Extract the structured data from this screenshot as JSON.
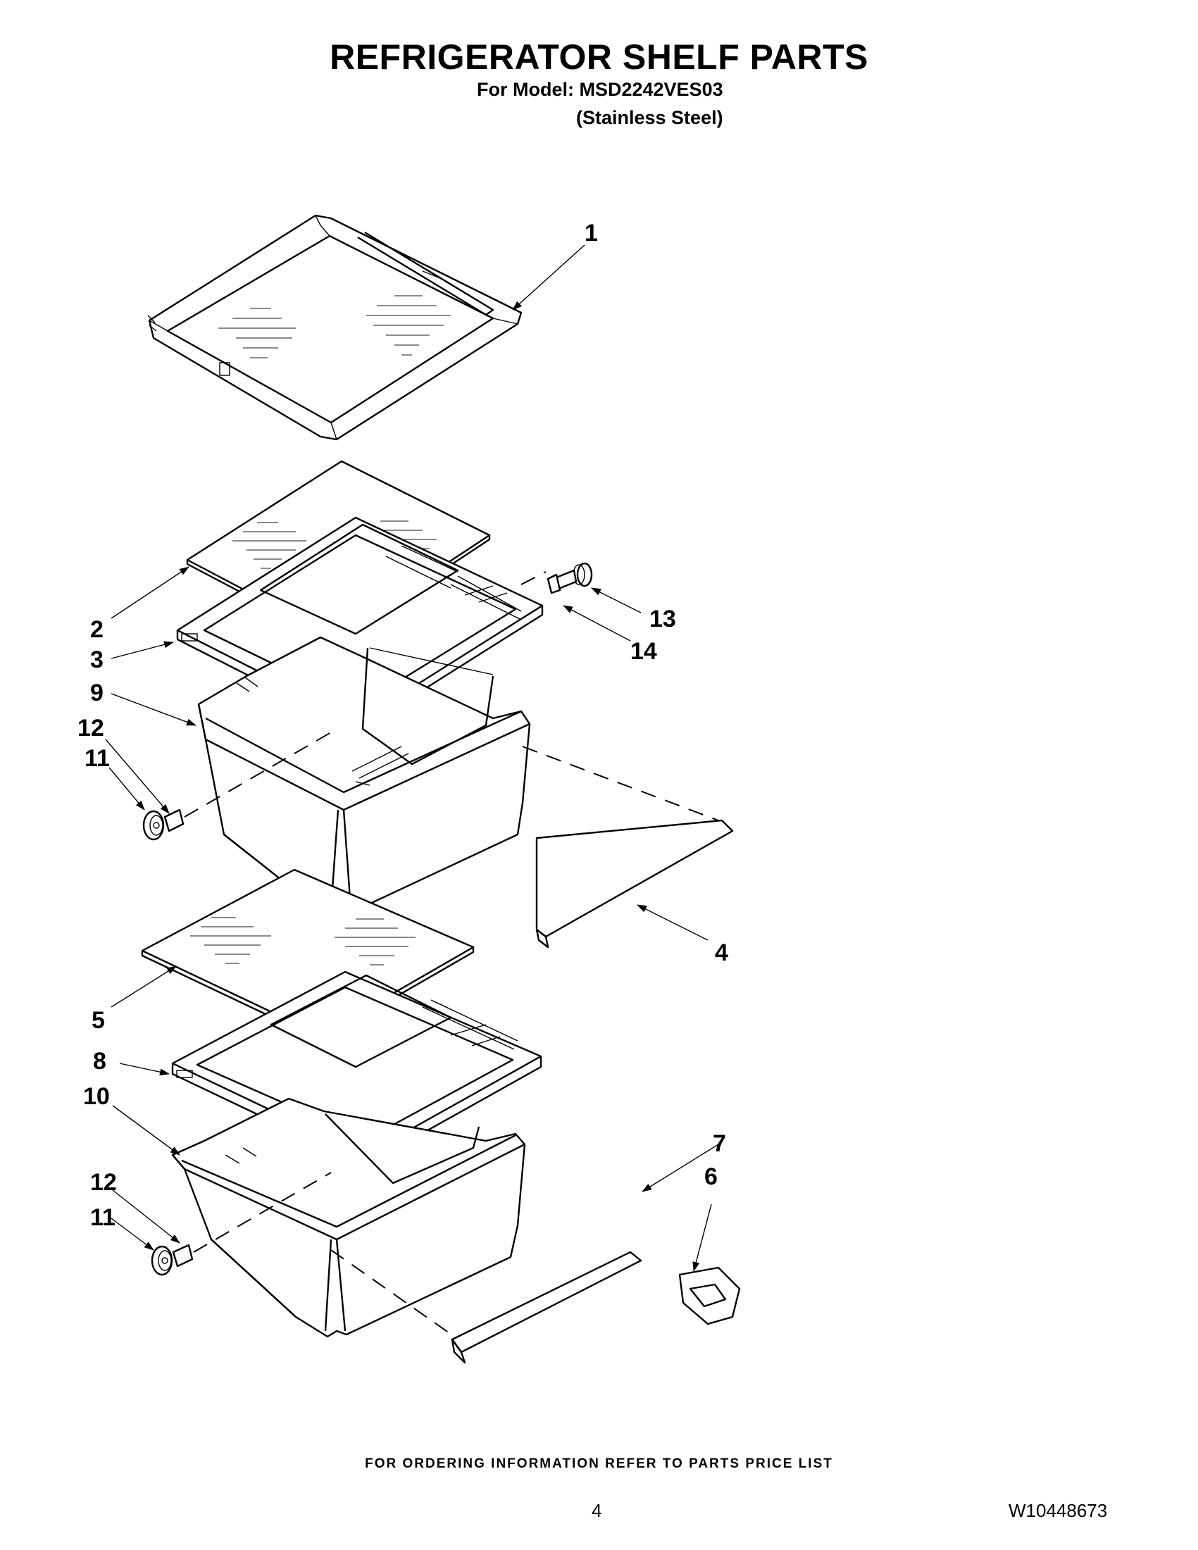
{
  "header": {
    "title": "REFRIGERATOR SHELF PARTS",
    "model_line": "For Model: MSD2242VES03",
    "variant": "(Stainless Steel)"
  },
  "callouts": {
    "c1": "1",
    "c2": "2",
    "c3": "3",
    "c4": "4",
    "c5": "5",
    "c6": "6",
    "c7": "7",
    "c8": "8",
    "c9": "9",
    "c10": "10",
    "c11a": "11",
    "c11b": "11",
    "c12a": "12",
    "c12b": "12",
    "c13": "13",
    "c14": "14"
  },
  "footer": {
    "ordering_note": "FOR ORDERING INFORMATION REFER TO PARTS PRICE LIST",
    "page_number": "4",
    "document_number": "W10448673"
  }
}
